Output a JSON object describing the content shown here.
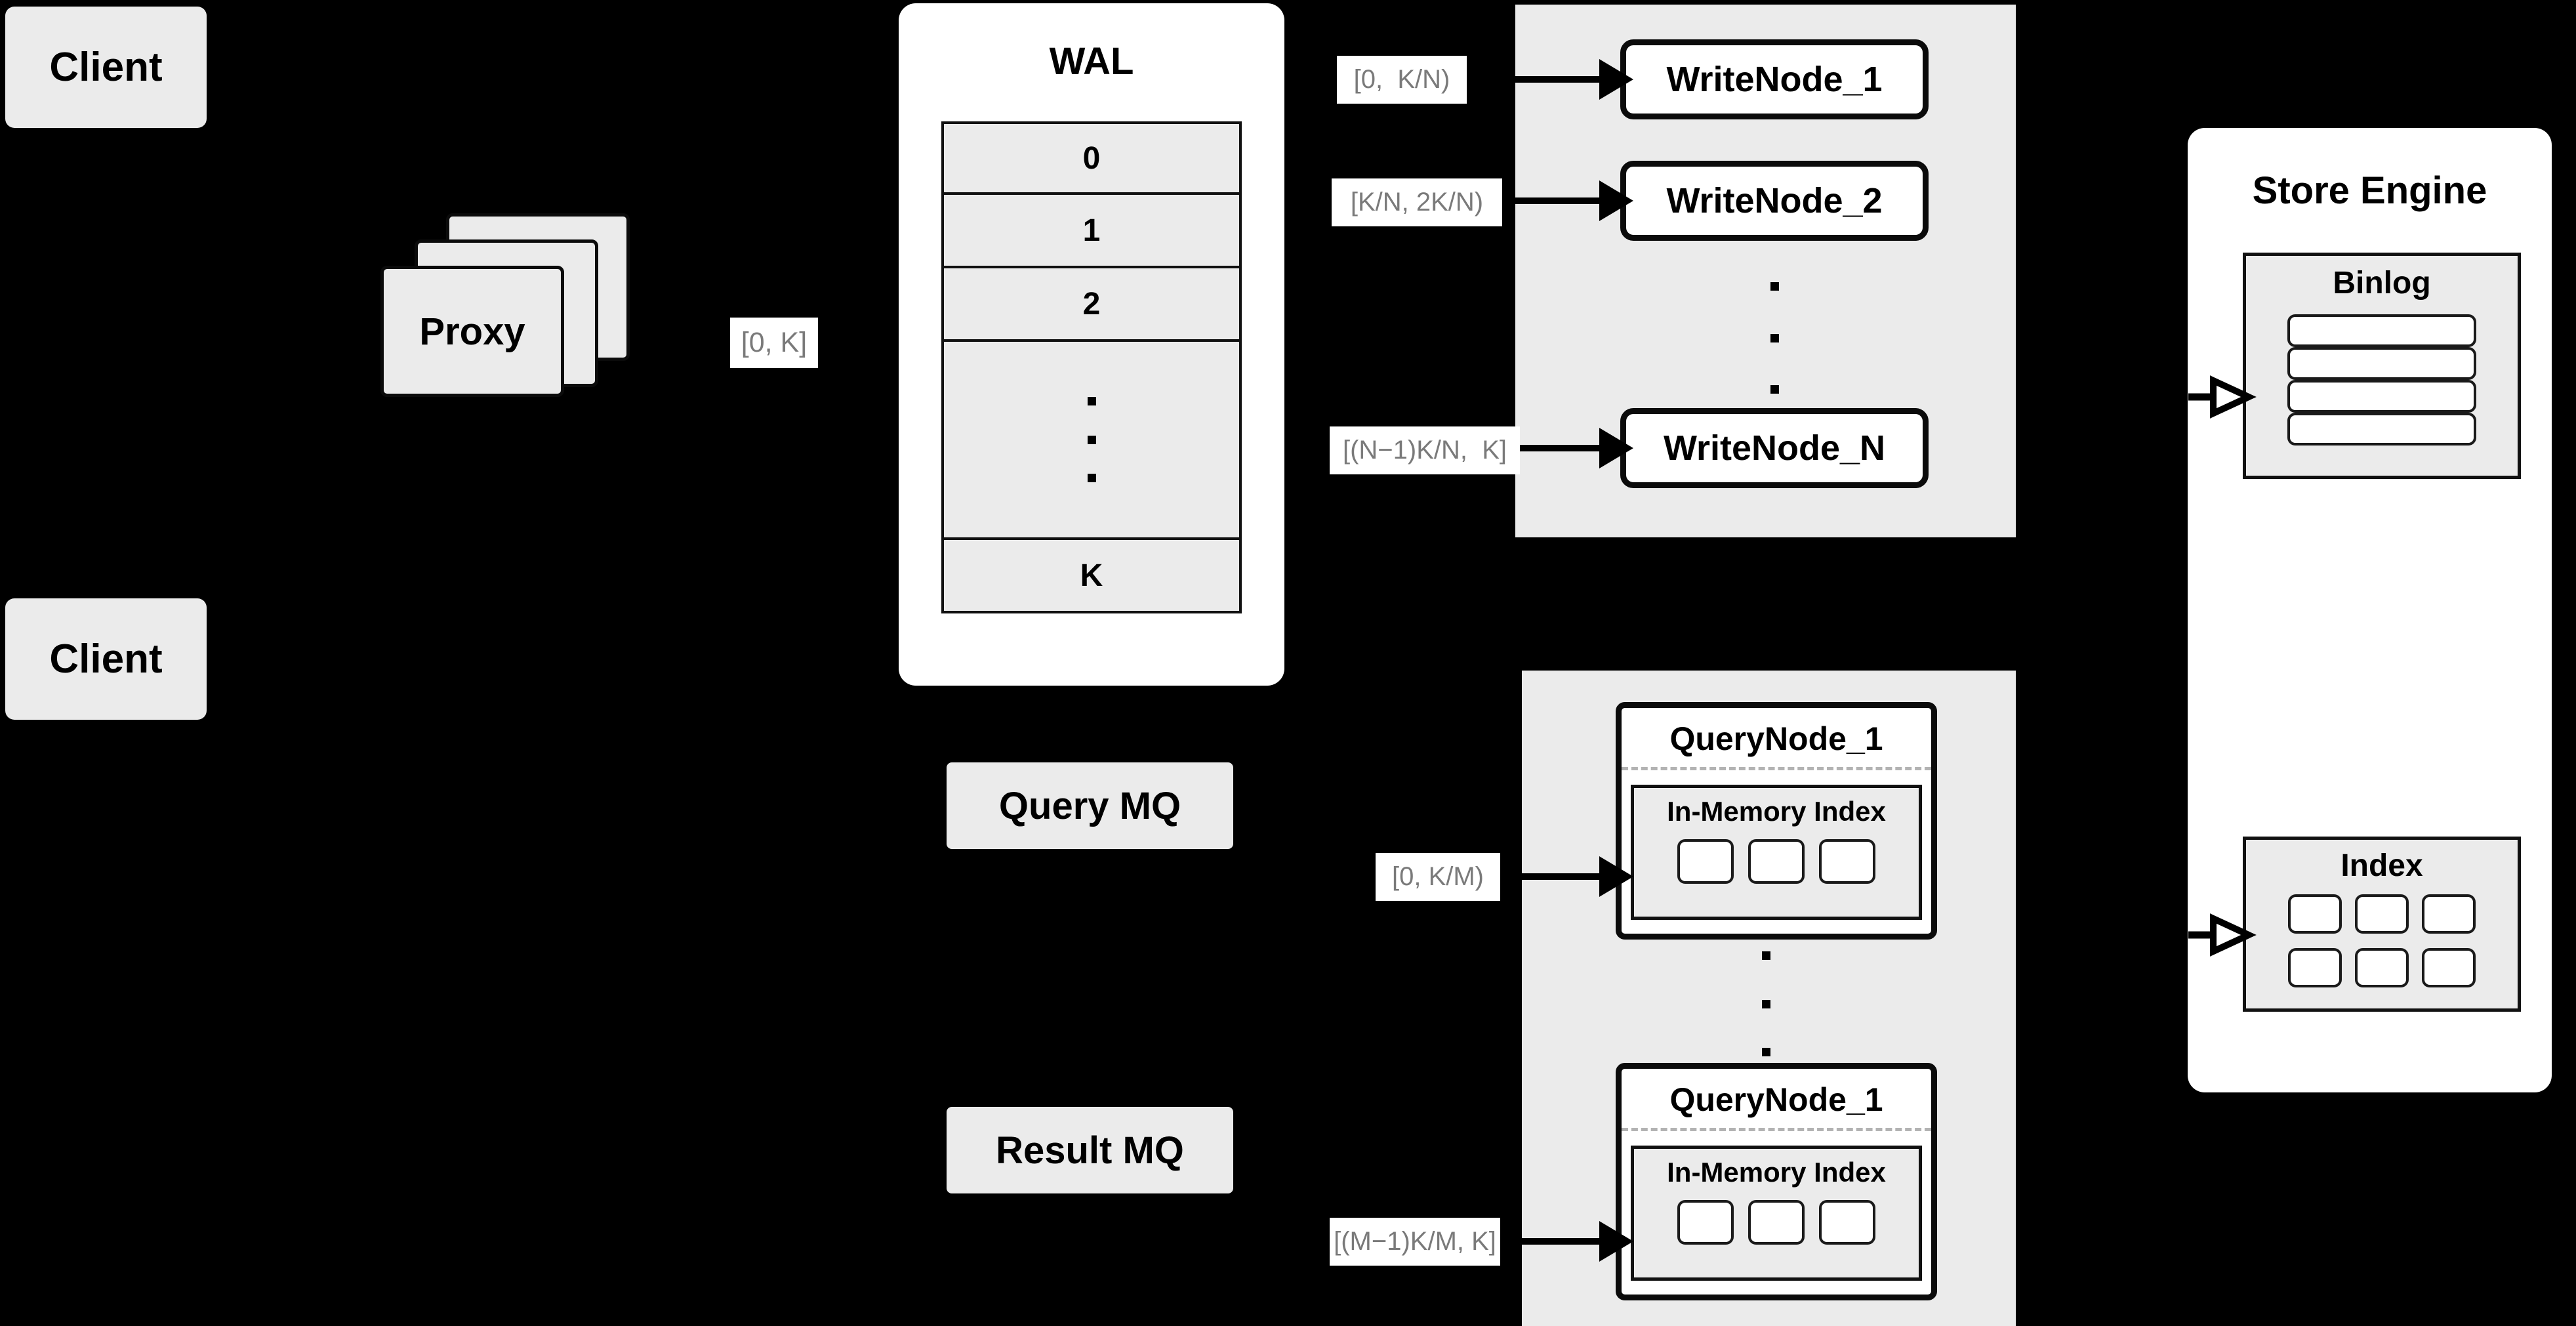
{
  "diagram": {
    "background_color": "#000000",
    "box_fill": "#ebebeb",
    "panel_fill": "#ffffff",
    "label_text_color": "#7a7a7a",
    "stroke_color": "#0b0b0b"
  },
  "clients": [
    {
      "label": "Client"
    },
    {
      "label": "Client"
    }
  ],
  "proxy": {
    "label": "Proxy",
    "stack_count": 3,
    "output_range": "[0, K]"
  },
  "wal": {
    "title": "WAL",
    "rows": [
      "0",
      "1",
      "2",
      "",
      "K"
    ],
    "ellipsis_row_index": 3,
    "ellipsis_dots": 3
  },
  "write_cluster": {
    "nodes": [
      {
        "label": "WriteNode_1",
        "range": "[0,  K/N)"
      },
      {
        "label": "WriteNode_2",
        "range": "[K/N, 2K/N)"
      },
      {
        "label": "WriteNode_N",
        "range": "[(N−1)K/N,  K]"
      }
    ],
    "ellipsis_dots": 3
  },
  "query_cluster": {
    "nodes": [
      {
        "label": "QueryNode_1",
        "range": "[0, K/M)",
        "index_box": {
          "label": "In-Memory Index",
          "cells": 3
        }
      },
      {
        "label": "QueryNode_1",
        "range": "[(M−1)K/M, K]",
        "index_box": {
          "label": "In-Memory Index",
          "cells": 3
        }
      }
    ],
    "ellipsis_dots": 3
  },
  "queues": [
    {
      "label": "Query MQ"
    },
    {
      "label": "Result MQ"
    }
  ],
  "store_engine": {
    "title": "Store Engine",
    "sections": [
      {
        "title": "Binlog",
        "rows": 4,
        "cols": 1
      },
      {
        "title": "Index",
        "rows": 2,
        "cols": 3
      }
    ]
  }
}
